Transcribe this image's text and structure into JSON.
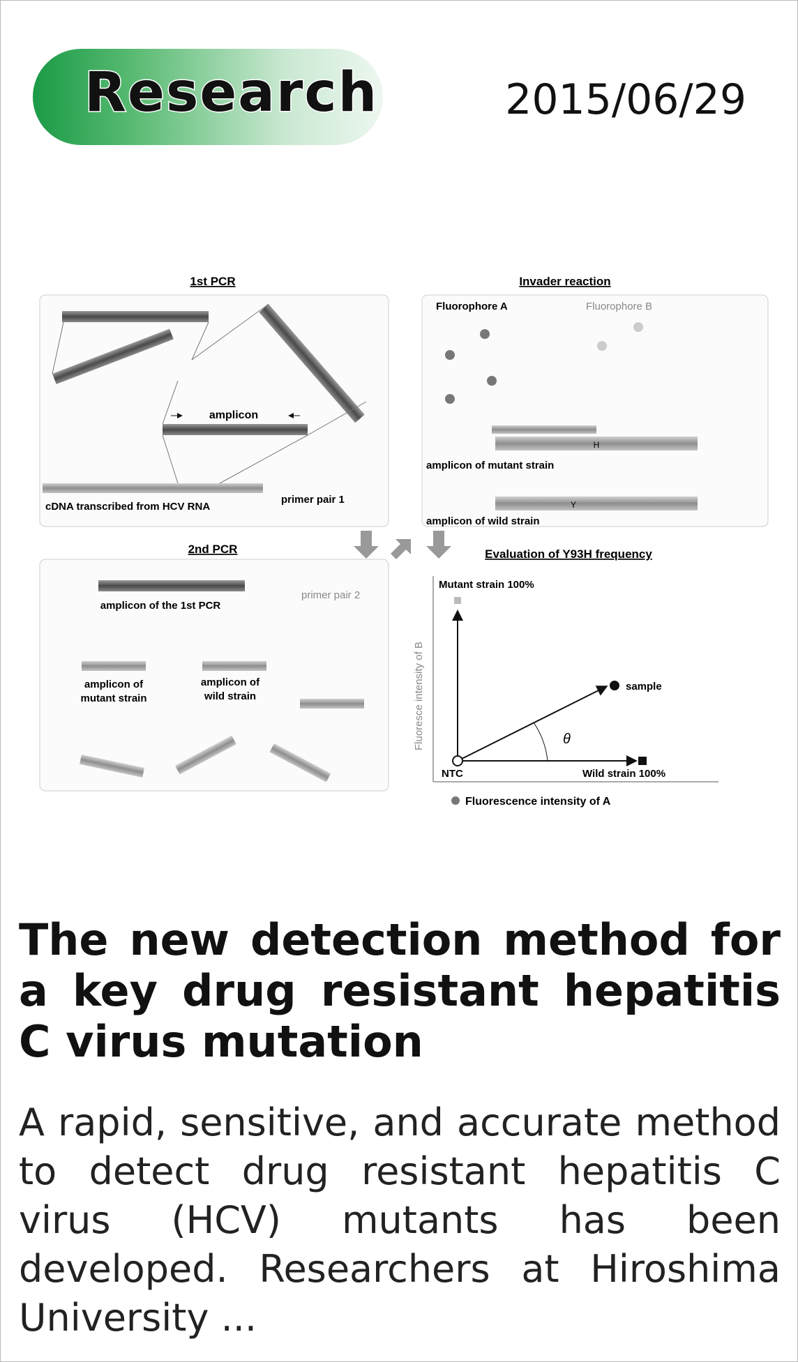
{
  "badge": {
    "label": "Research",
    "color": "#1b9a47"
  },
  "date": "2015/06/29",
  "figure": {
    "pcr1_title": "1st PCR",
    "pcr1_amplicon": "amplicon",
    "pcr1_cdna": "cDNA transcribed from HCV RNA",
    "pcr1_primer": "primer pair 1",
    "invader_title": "Invader reaction",
    "fluor_a": "Fluorophore A",
    "fluor_b": "Fluorophore B",
    "amp_mutant": "amplicon of mutant strain",
    "amp_wild": "amplicon of wild strain",
    "h_mark": "H",
    "y_mark": "Y",
    "pcr2_title": "2nd PCR",
    "pcr2_amp_1st": "amplicon of the 1st PCR",
    "pcr2_primer": "primer pair 2",
    "pcr2_mut_1": "amplicon of",
    "pcr2_mut_2": "mutant strain",
    "pcr2_wild_1": "amplicon of",
    "pcr2_wild_2": "wild strain",
    "eval_title": "Evaluation of Y93H frequency",
    "eval_mutant": "Mutant strain 100%",
    "eval_sample": "sample",
    "eval_theta": "θ",
    "eval_ntc": "NTC",
    "eval_wild": "Wild strain 100%",
    "eval_yaxis": "Fluoresce intensity of B",
    "eval_xaxis": "Fluorescence intensity of A"
  },
  "article": {
    "title": "The new detection method for a key drug resistant hepatitis C virus mutation",
    "excerpt": "A rapid, sensitive, and accurate method to detect drug resistant hepatitis C virus (HCV) mutants has been developed. Researchers at Hiroshima University ..."
  }
}
